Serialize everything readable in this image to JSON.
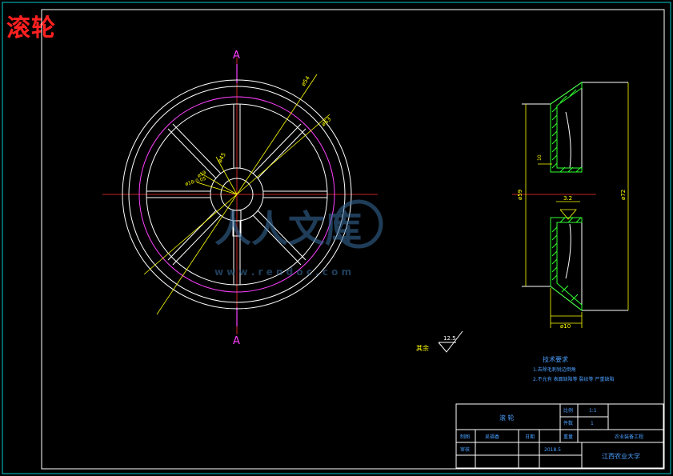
{
  "title": "滚轮",
  "section_labels": {
    "top": "A",
    "bottom": "A"
  },
  "dims_front": {
    "d_outer": "ø54",
    "d_mid": "ø63",
    "d_hub": "ø45",
    "d_bore1": "ø19",
    "d_bore2": "ø18-0.05"
  },
  "dims_side": {
    "left_dia": "ø59",
    "right_dia": "ø72",
    "bottom_width": "ø10",
    "center_step": "3.2",
    "small": "10"
  },
  "surface": {
    "label": "其余",
    "value": "12.5"
  },
  "watermark": {
    "main": "人人文库",
    "url": "w w w . r e n d o c . c o m"
  },
  "tech": {
    "heading": "技术要求",
    "line1": "1.去除毛刺锐边倒角",
    "line2": "2.不允有 表面缺陷等 裂纹等 严重缺陷"
  },
  "title_block": {
    "part_name": "滚 轮",
    "scale_label": "比例",
    "scale_value": "1:1",
    "qty_label": "件数",
    "qty_value": "1",
    "drawn_label": "制图",
    "drawn_value": "吴福香",
    "date_label": "日期",
    "date_value": "2018.5",
    "check_label": "审核",
    "weight_label": "重量",
    "dwg_no": "农业装备工程",
    "school": "江西农业大学"
  },
  "colors": {
    "frame": "#ffffff",
    "geometry": "#ffffff",
    "dimension": "#ffff00",
    "center": "#ff3030",
    "hidden": "#ff40ff",
    "section": "#ff40ff",
    "hatch": "#30ff30",
    "note": "#4aa0ff"
  }
}
